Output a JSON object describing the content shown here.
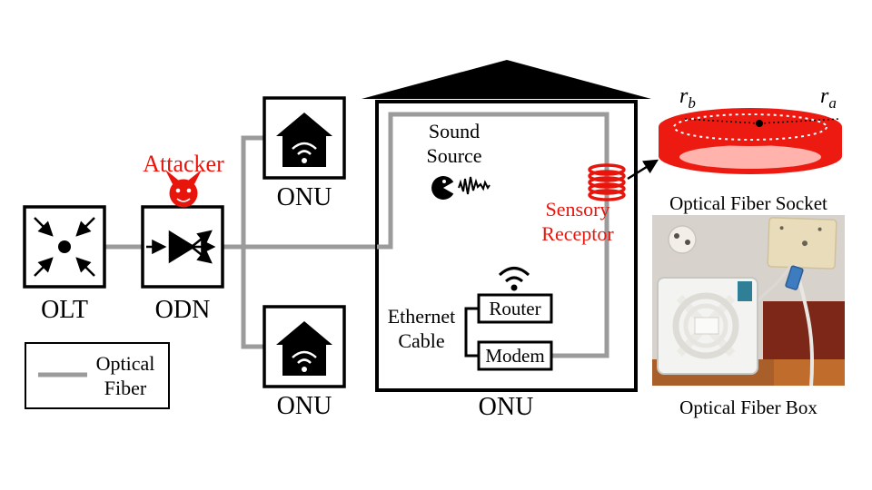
{
  "colors": {
    "accent_red": "#e8150d",
    "fiber_gray": "#9b9b9b",
    "black": "#000000",
    "pink_inner": "#ffb3ac",
    "wood": "#a85f2a",
    "socket_beige": "#e9dcba"
  },
  "network": {
    "olt_label": "OLT",
    "odn_label": "ODN",
    "attacker_label": "Attacker",
    "onu_top_label": "ONU",
    "onu_bottom_label": "ONU"
  },
  "house": {
    "label": "ONU",
    "sound_source": {
      "line1": "Sound",
      "line2": "Source"
    },
    "sensory_receptor": {
      "line1": "Sensory",
      "line2": "Receptor"
    },
    "ethernet_cable": {
      "line1": "Ethernet",
      "line2": "Cable"
    },
    "router_label": "Router",
    "modem_label": "Modem"
  },
  "fiber_model": {
    "radius_inner": {
      "base": "r",
      "sub": "b"
    },
    "radius_outer": {
      "base": "r",
      "sub": "a"
    }
  },
  "photos": {
    "socket_caption": "Optical Fiber Socket",
    "box_caption": "Optical Fiber Box"
  },
  "legend": {
    "line1": "Optical",
    "line2": "Fiber"
  },
  "icons": {
    "attacker": "devil-face-icon",
    "onu": "house-wifi-icon",
    "olt": "converging-arrows-icon",
    "odn": "splitter-icon",
    "sound_source": "pacman-waveform-icon",
    "sensory_receptor": "fiber-coil-icon",
    "router_wireless": "wifi-icon"
  }
}
